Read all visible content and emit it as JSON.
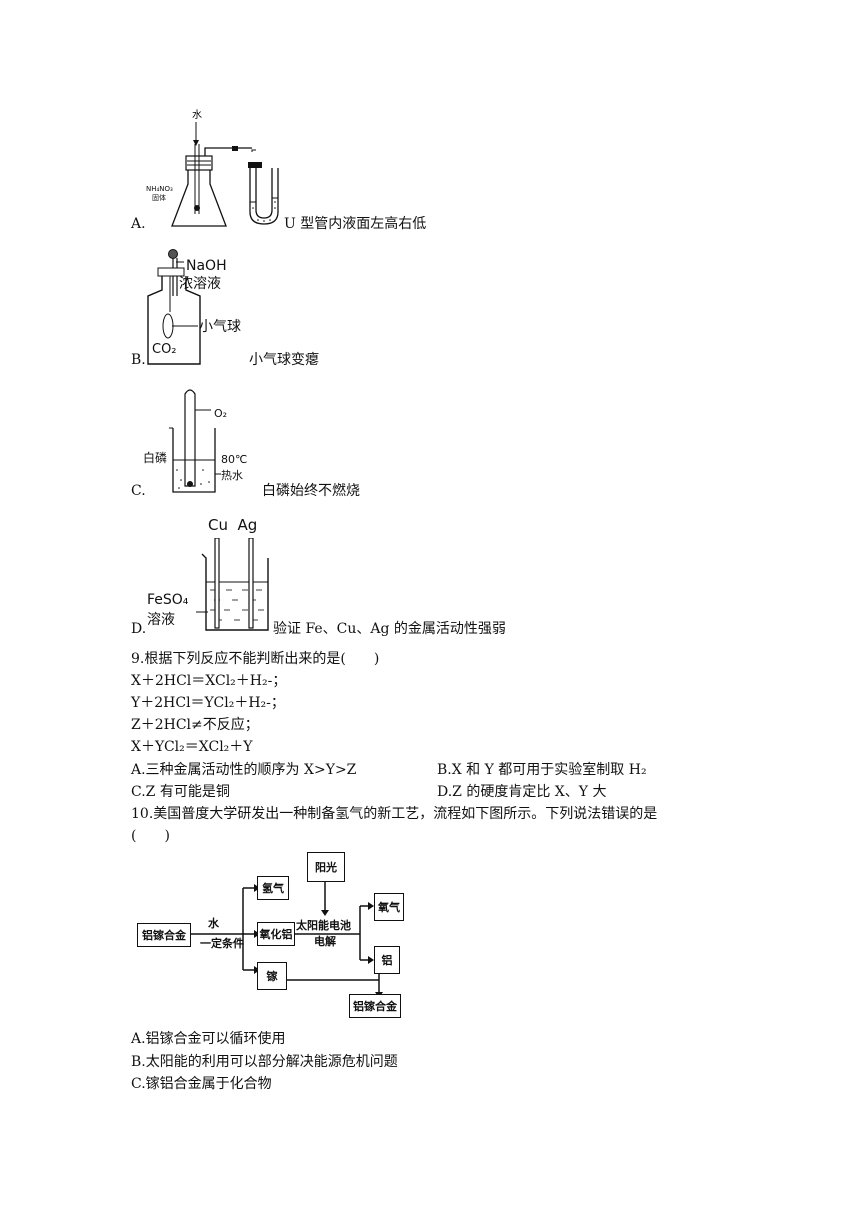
{
  "q8": {
    "optA": {
      "letter": "A.",
      "text": "U 型管内液面左高右低",
      "fig": {
        "water": "水",
        "solid_line1": "NH₄NO₃",
        "solid_line2": "固体"
      }
    },
    "optB": {
      "letter": "B.",
      "text": "小气球变瘪",
      "fig": {
        "reagent1": "NaOH",
        "reagent2": "浓溶液",
        "balloon": "小气球",
        "gas": "CO₂"
      }
    },
    "optC": {
      "letter": "C.",
      "text": "白磷始终不燃烧",
      "fig": {
        "oxygen": "O₂",
        "phosphorus": "白磷",
        "temp": "80℃",
        "hot_water": "热水"
      }
    },
    "optD": {
      "letter": "D.",
      "text": "验证 Fe、Cu、Ag 的金属活动性强弱",
      "fig": {
        "metals": "Cu  Ag",
        "sol1": "FeSO₄",
        "sol2": "溶液"
      }
    }
  },
  "q9": {
    "stem": "9.根据下列反应不能判断出来的是(　　)",
    "eq1": "X＋2HCl＝XCl₂＋H₂-；",
    "eq2": "Y＋2HCl＝YCl₂＋H₂-；",
    "eq3": "Z＋2HCl≠不反应；",
    "eq4": "X＋YCl₂＝XCl₂＋Y",
    "optA": "A.三种金属活动性的顺序为 X>Y>Z",
    "optB": "B.X 和 Y 都可用于实验室制取 H₂",
    "optC": "C.Z 有可能是铜",
    "optD": "D.Z 的硬度肯定比 X、Y 大"
  },
  "q10": {
    "stem_line1": "10.美国普度大学研发出一种制备氢气的新工艺，流程如下图所示。下列说法错误的是",
    "stem_line2": "(　　)",
    "flow": {
      "start": "铝镓合金",
      "cond_top": "水",
      "cond_bottom": "一定条件",
      "hydrogen": "氢气",
      "alumina": "氧化铝",
      "gallium": "镓",
      "sunlight": "阳光",
      "electro_top": "太阳能电池",
      "electro_bottom": "电解",
      "oxygen": "氧气",
      "aluminum": "铝",
      "end": "铝镓合金"
    },
    "optA": "A.铝镓合金可以循环使用",
    "optB": "B.太阳能的利用可以部分解决能源危机问题",
    "optC": "C.镓铝合金属于化合物"
  }
}
